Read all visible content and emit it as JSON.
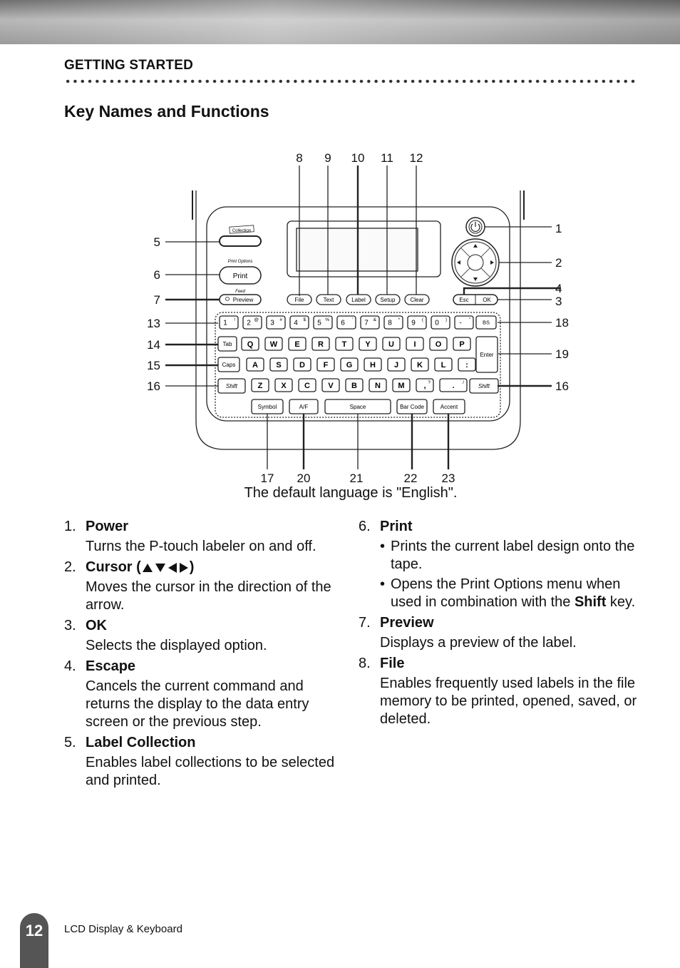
{
  "header": {
    "section": "GETTING STARTED"
  },
  "page": {
    "heading": "Key Names and Functions",
    "caption": "The default language is \"English\"."
  },
  "diagram": {
    "callouts_top": [
      "8",
      "9",
      "10",
      "11",
      "12"
    ],
    "callouts_left": [
      "5",
      "6",
      "7",
      "13",
      "14",
      "15",
      "16"
    ],
    "callouts_right": [
      "1",
      "2",
      "4",
      "3",
      "18",
      "19",
      "16"
    ],
    "callouts_bottom": [
      "17",
      "20",
      "21",
      "22",
      "23"
    ],
    "device_keys": {
      "label_collection": "Collection",
      "print_options": "Print Options",
      "print": "Print",
      "feed": "Feed",
      "preview": "Preview",
      "function_row": [
        "File",
        "Text",
        "Label",
        "Setup",
        "Clear"
      ],
      "esc": "Esc",
      "ok": "OK",
      "number_row": [
        "1",
        "2",
        "3",
        "4",
        "5",
        "6",
        "7",
        "8",
        "9",
        "0",
        "-"
      ],
      "number_row_shift": [
        "!",
        "@",
        "#",
        "$",
        "%",
        "'",
        "&",
        "*",
        "(",
        ")",
        "\""
      ],
      "bs": "BS",
      "tab": "Tab",
      "row_q": [
        "Q",
        "W",
        "E",
        "R",
        "T",
        "Y",
        "U",
        "I",
        "O",
        "P"
      ],
      "enter": "Enter",
      "caps": "Caps",
      "row_a": [
        "A",
        "S",
        "D",
        "F",
        "G",
        "H",
        "J",
        "K",
        "L",
        ":"
      ],
      "shift": "Shift",
      "row_z": [
        "Z",
        "X",
        "C",
        "V",
        "B",
        "N",
        "M",
        ",",
        "."
      ],
      "row_z_shift": [
        "",
        "",
        "",
        "",
        "",
        "",
        "",
        "?",
        "/"
      ],
      "bottom_row": [
        "Symbol",
        "A/F",
        "Space",
        "Bar Code",
        "Accent"
      ]
    }
  },
  "items_left": [
    {
      "num": "1.",
      "title": "Power",
      "desc": "Turns the P-touch  labeler on and off."
    },
    {
      "num": "2.",
      "title_pre": "Cursor (",
      "title_post": ")",
      "desc": "Moves the cursor in the direction of the arrow.",
      "arrows": [
        "up",
        "down",
        "left",
        "right"
      ]
    },
    {
      "num": "3.",
      "title": "OK",
      "desc": "Selects the displayed option."
    },
    {
      "num": "4.",
      "title": "Escape",
      "desc": "Cancels the current command and returns the display to the data entry screen or the previous step."
    },
    {
      "num": "5.",
      "title": "Label Collection",
      "desc": "Enables label collections to be selected and printed."
    }
  ],
  "items_right": [
    {
      "num": "6.",
      "title": "Print",
      "bullet1": "Prints the current label design onto the tape.",
      "bullet2_pre": "Opens the Print Options menu when used in combination with the ",
      "bullet2_bold": "Shift",
      "bullet2_post": " key."
    },
    {
      "num": "7.",
      "title": "Preview",
      "desc": "Displays a preview of the label."
    },
    {
      "num": "8.",
      "title": "File",
      "desc": "Enables frequently used labels in the file memory to be printed, opened, saved, or deleted."
    }
  ],
  "footer": {
    "page_number": "12",
    "text": "LCD Display & Keyboard"
  }
}
